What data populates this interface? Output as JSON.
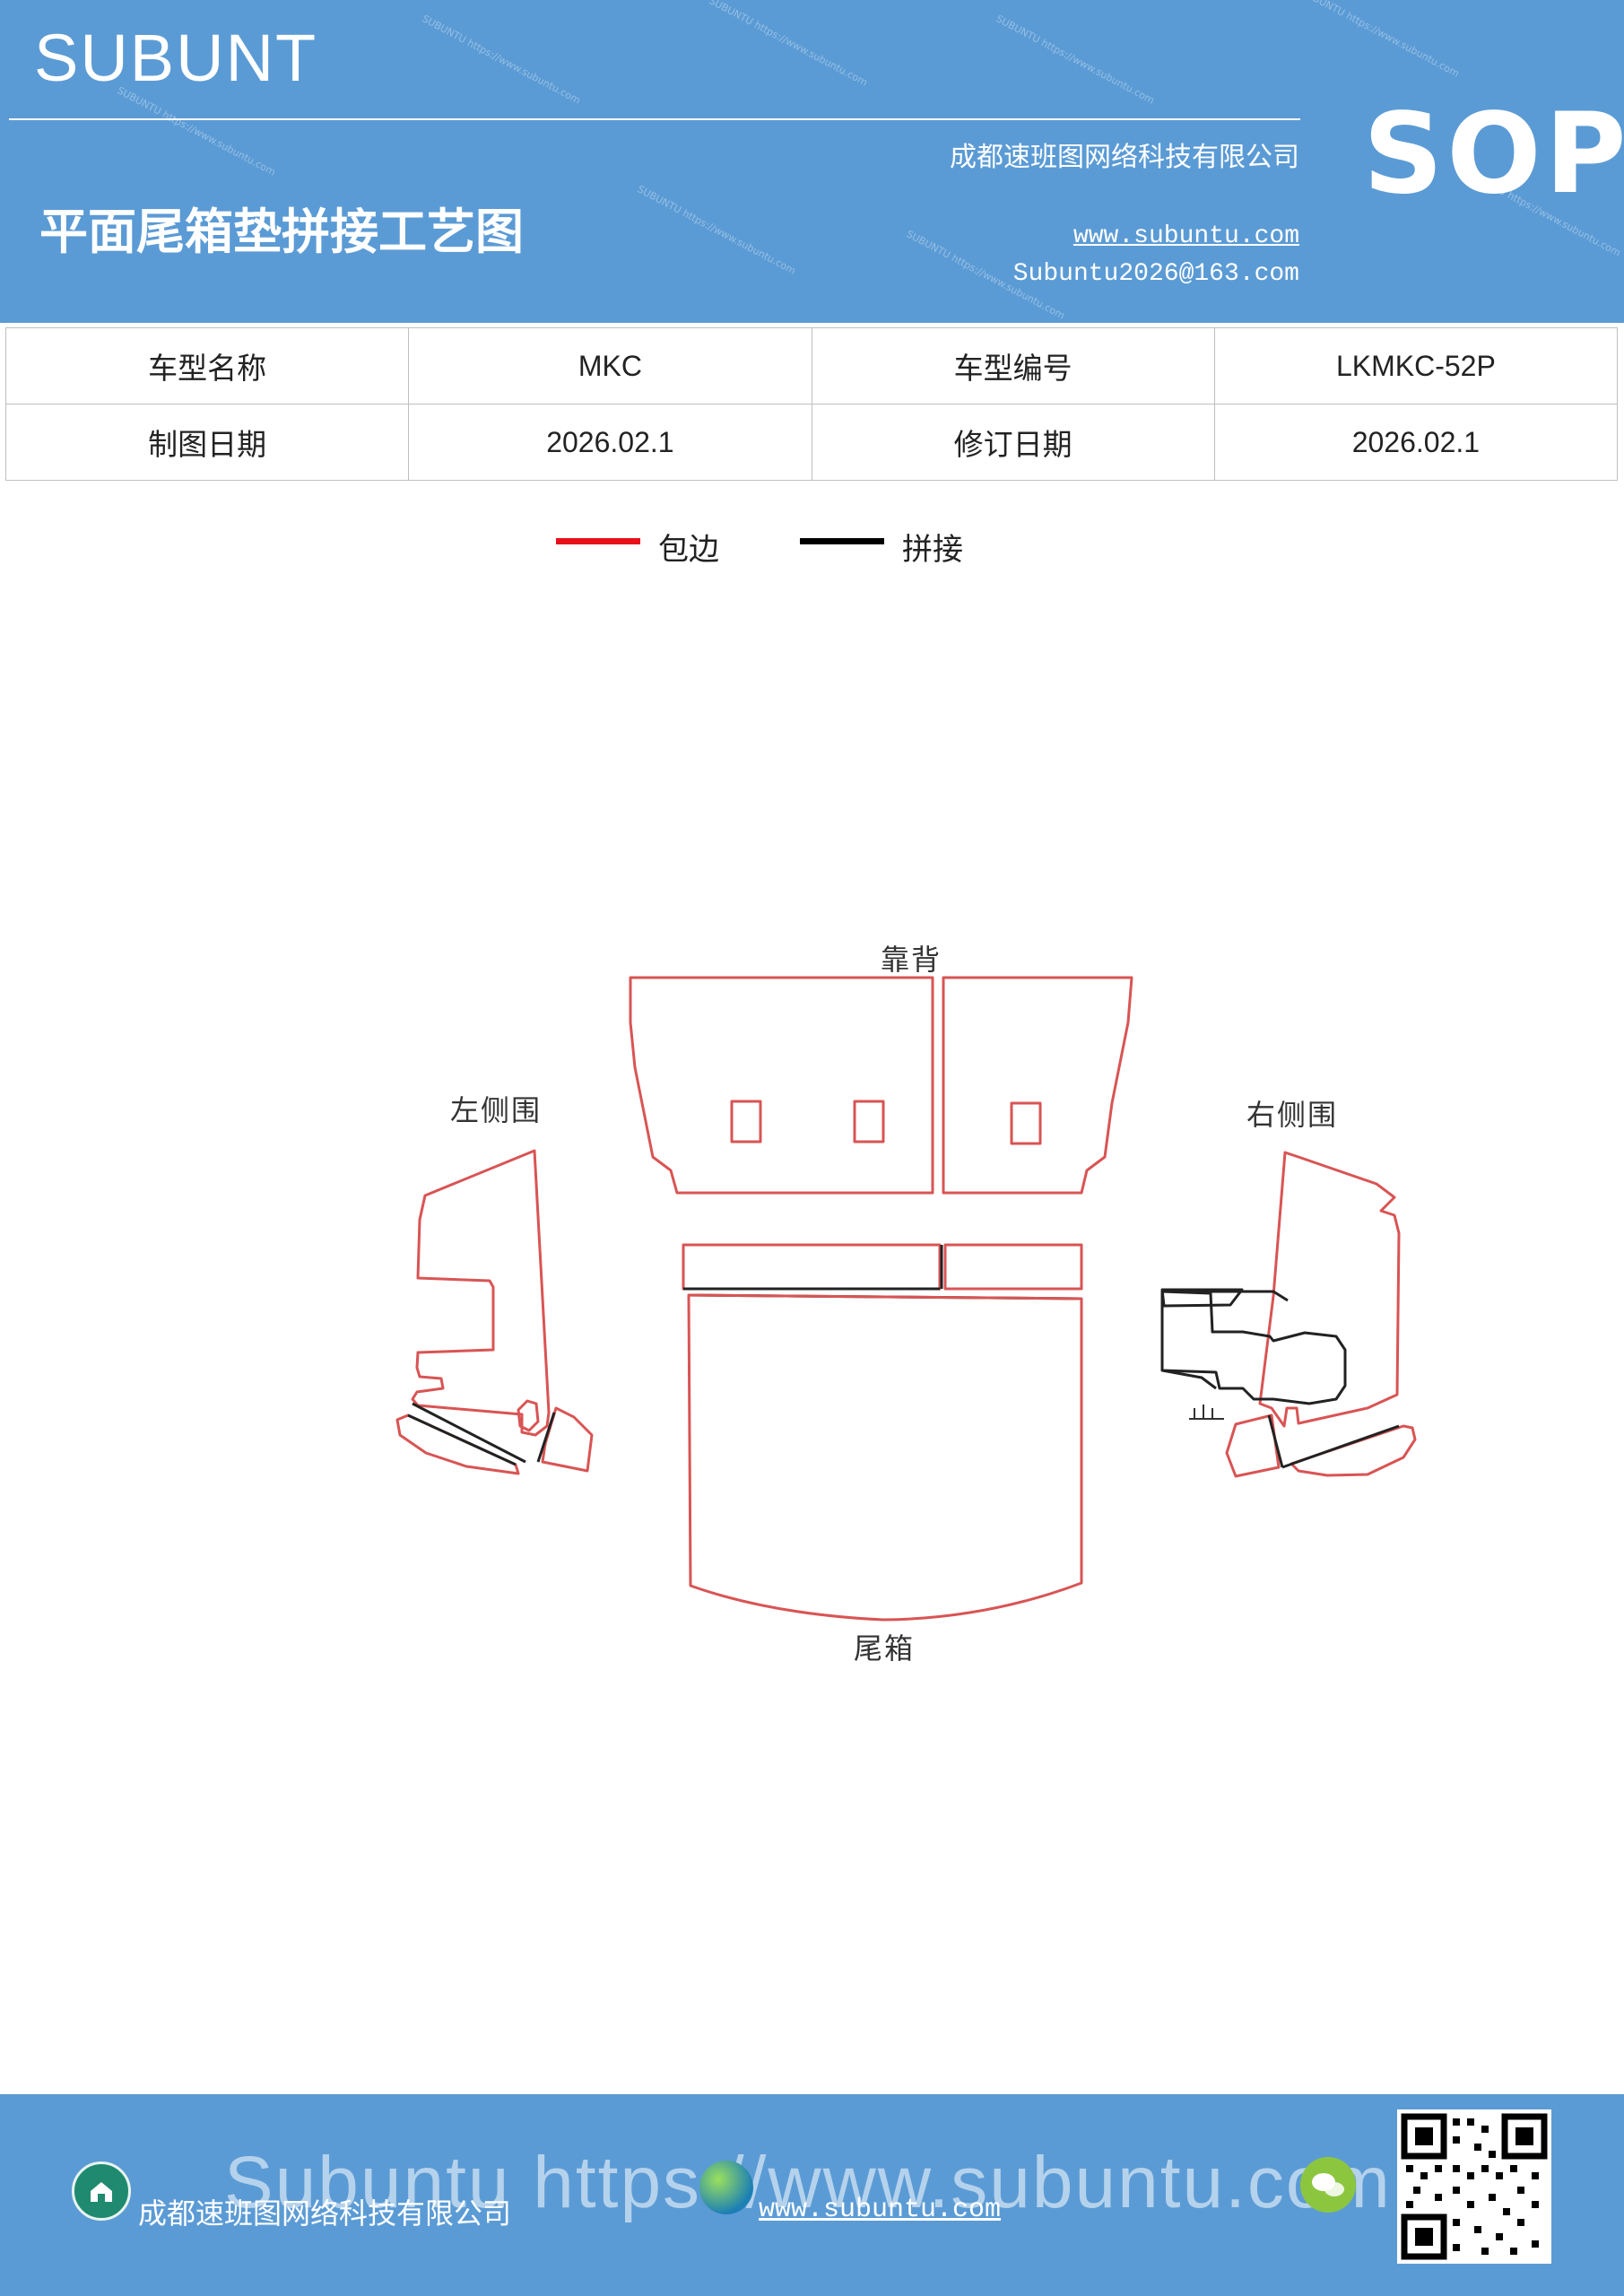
{
  "header": {
    "brand": "SUBUNT",
    "company": "成都速班图网络科技有限公司",
    "title": "平面尾箱垫拼接工艺图",
    "website": "www.subuntu.com",
    "email": "Subuntu2026@163.com",
    "badge": "SOP"
  },
  "info_table": {
    "rows": [
      [
        "车型名称",
        "MKC",
        "车型编号",
        "LKMKC-52P"
      ],
      [
        "制图日期",
        "2026.02.1",
        "修订日期",
        "2026.02.1"
      ]
    ]
  },
  "legend": {
    "items": [
      {
        "label": "包边",
        "color": "#e8101a"
      },
      {
        "label": "拼接",
        "color": "#000000"
      }
    ]
  },
  "diagram": {
    "labels": {
      "backrest": "靠背",
      "left_side": "左侧围",
      "right_side": "右侧围",
      "trunk": "尾箱"
    },
    "edge_color": "#d95454",
    "seam_color": "#222222"
  },
  "footer": {
    "company": "成都速班图网络科技有限公司",
    "website": "www.subuntu.com",
    "watermark": "Subuntu https://www.subuntu.com"
  }
}
